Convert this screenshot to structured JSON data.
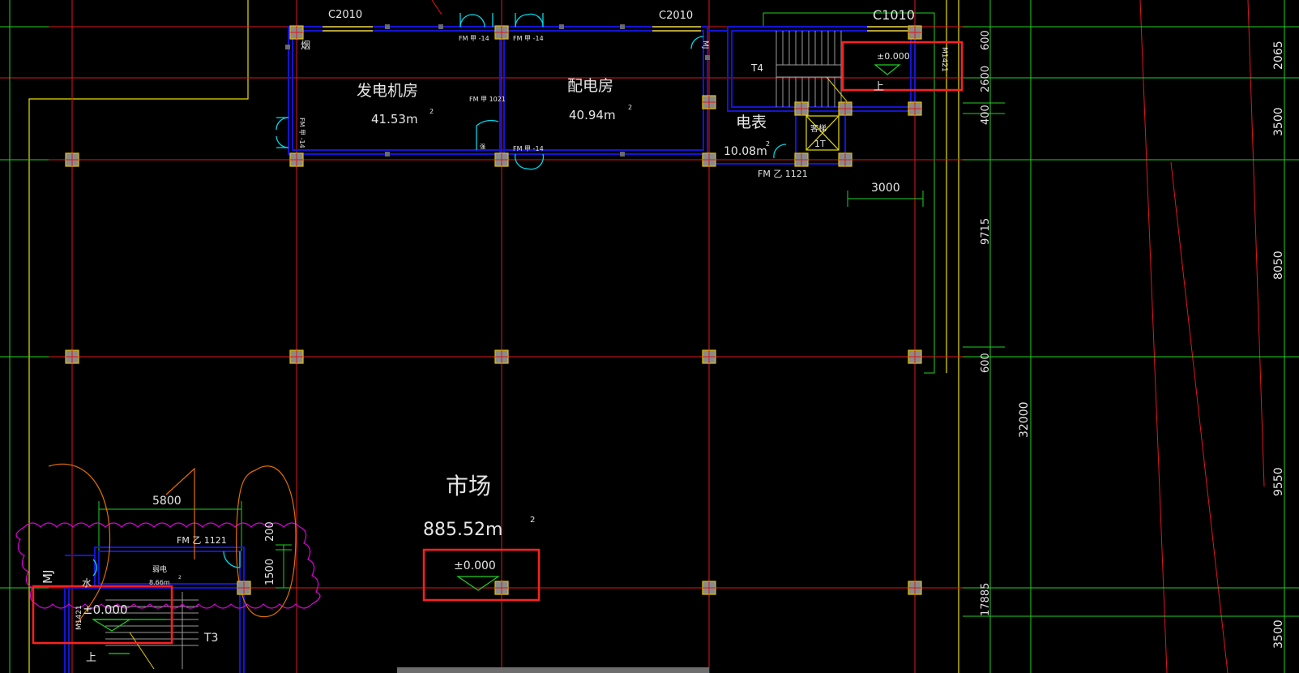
{
  "colors": {
    "background": "#000000",
    "grid_axis": "#e01818",
    "wall": "#1414d8",
    "column_fill": "#8a8a8a",
    "column_stroke": "#e8c000",
    "dimension": "#22d022",
    "text": "#e6e6e6",
    "door": "#00d8e8",
    "window": "#e8d000",
    "stair": "#9a9a9a",
    "revision_cloud": "#e000e0",
    "annotation_curve": "#e07000",
    "highlight_box": "#ff2020",
    "outline_yellow": "#e8e000"
  },
  "rooms": {
    "generator": {
      "name": "发电机房",
      "area": "41.53m"
    },
    "distribution": {
      "name": "配电房",
      "area": "40.94m"
    },
    "meter": {
      "name": "电表",
      "area": "10.08m"
    },
    "market": {
      "name": "市场",
      "area": "885.52m"
    },
    "weak_current": {
      "name": "弱电",
      "area": "8.66m"
    }
  },
  "area_superscript": "2",
  "windows": {
    "w1": "C2010",
    "w2": "C2010",
    "w3": "C1010"
  },
  "doors": {
    "fm_a1": "FM 甲 -14",
    "fm_a2": "FM 甲 -14",
    "fm_a_left": "FM 甲 -14",
    "fm_a_bottom": "FM 甲 -14",
    "fm_a_1021": "FM 甲 1021",
    "fm_b_meter": "FM 乙 1121",
    "fm_b_lower": "FM 乙 1121",
    "m1421_top": "M1421",
    "m1421_bottom": "M1421"
  },
  "labels": {
    "smoke": "烟",
    "mj_top": "MJ",
    "mj_lower": "MJ",
    "water": "水",
    "stair_t4": "T4",
    "stair_t3": "T3",
    "elevator": "客梯",
    "elevator_num": "1T",
    "up_top": "上",
    "up_bottom": "上",
    "elev_shaft_note": "强"
  },
  "elevations": {
    "top_right": "±0.000",
    "center": "±0.000",
    "bottom_left": "±0.000"
  },
  "dimensions": {
    "d3000": "3000",
    "d5800": "5800",
    "d200": "200",
    "d1500": "1500",
    "d9715": "9715",
    "d17885": "17885",
    "d32000": "32000",
    "r600a": "600",
    "r2600": "2600",
    "r400": "400",
    "r600b": "600",
    "f2065": "2065",
    "f3500a": "3500",
    "f8050": "8050",
    "f9550": "9550",
    "f3500b": "3500"
  }
}
